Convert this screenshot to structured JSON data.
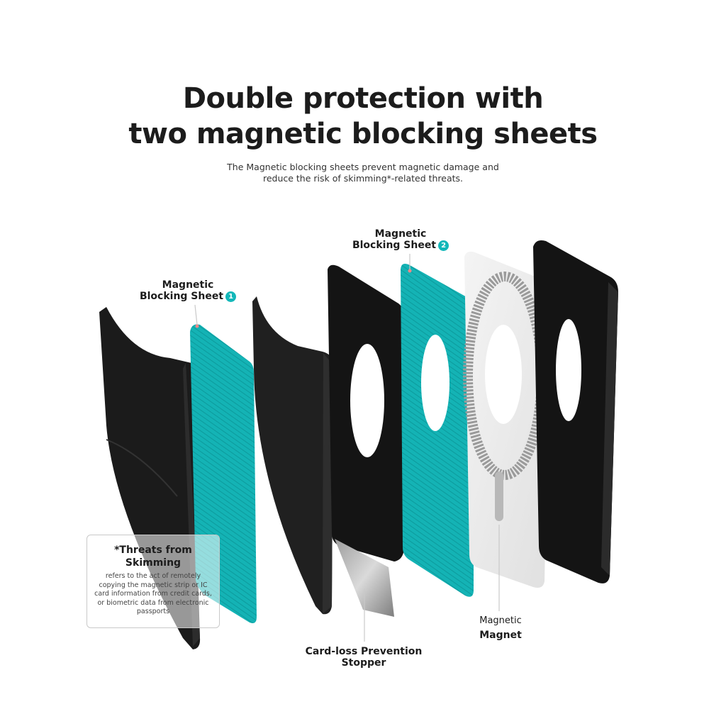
{
  "heading": {
    "line1": "Double protection with",
    "line2": "two magnetic blocking sheets"
  },
  "subheading": {
    "line1": "The Magnetic blocking sheets prevent magnetic damage and",
    "line2": "reduce the risk of skimming*-related threats."
  },
  "labels": {
    "sheet1": {
      "line1": "Magnetic",
      "line2": "Blocking Sheet",
      "badge": "1"
    },
    "sheet2": {
      "line1": "Magnetic",
      "line2": "Blocking Sheet",
      "badge": "2"
    },
    "stopper": {
      "line1": "Card-loss Prevention",
      "line2": "Stopper"
    },
    "magnet": {
      "line1": "Magnetic",
      "line2": "Magnet"
    }
  },
  "note": {
    "title_line1": "*Threats from",
    "title_line2": "Skimming",
    "body": "refers to the act of remotely copying the magnetic strip or IC card information from credit cards, or biometric data from electronic passports"
  },
  "colors": {
    "accent": "#12b7b9",
    "sheet": "#14b3b5",
    "black_layer": "#1a1a1a",
    "white_layer": "#ececec",
    "ring": "#9a9a9a"
  },
  "icons": [
    "badge-one-icon",
    "badge-two-icon"
  ]
}
